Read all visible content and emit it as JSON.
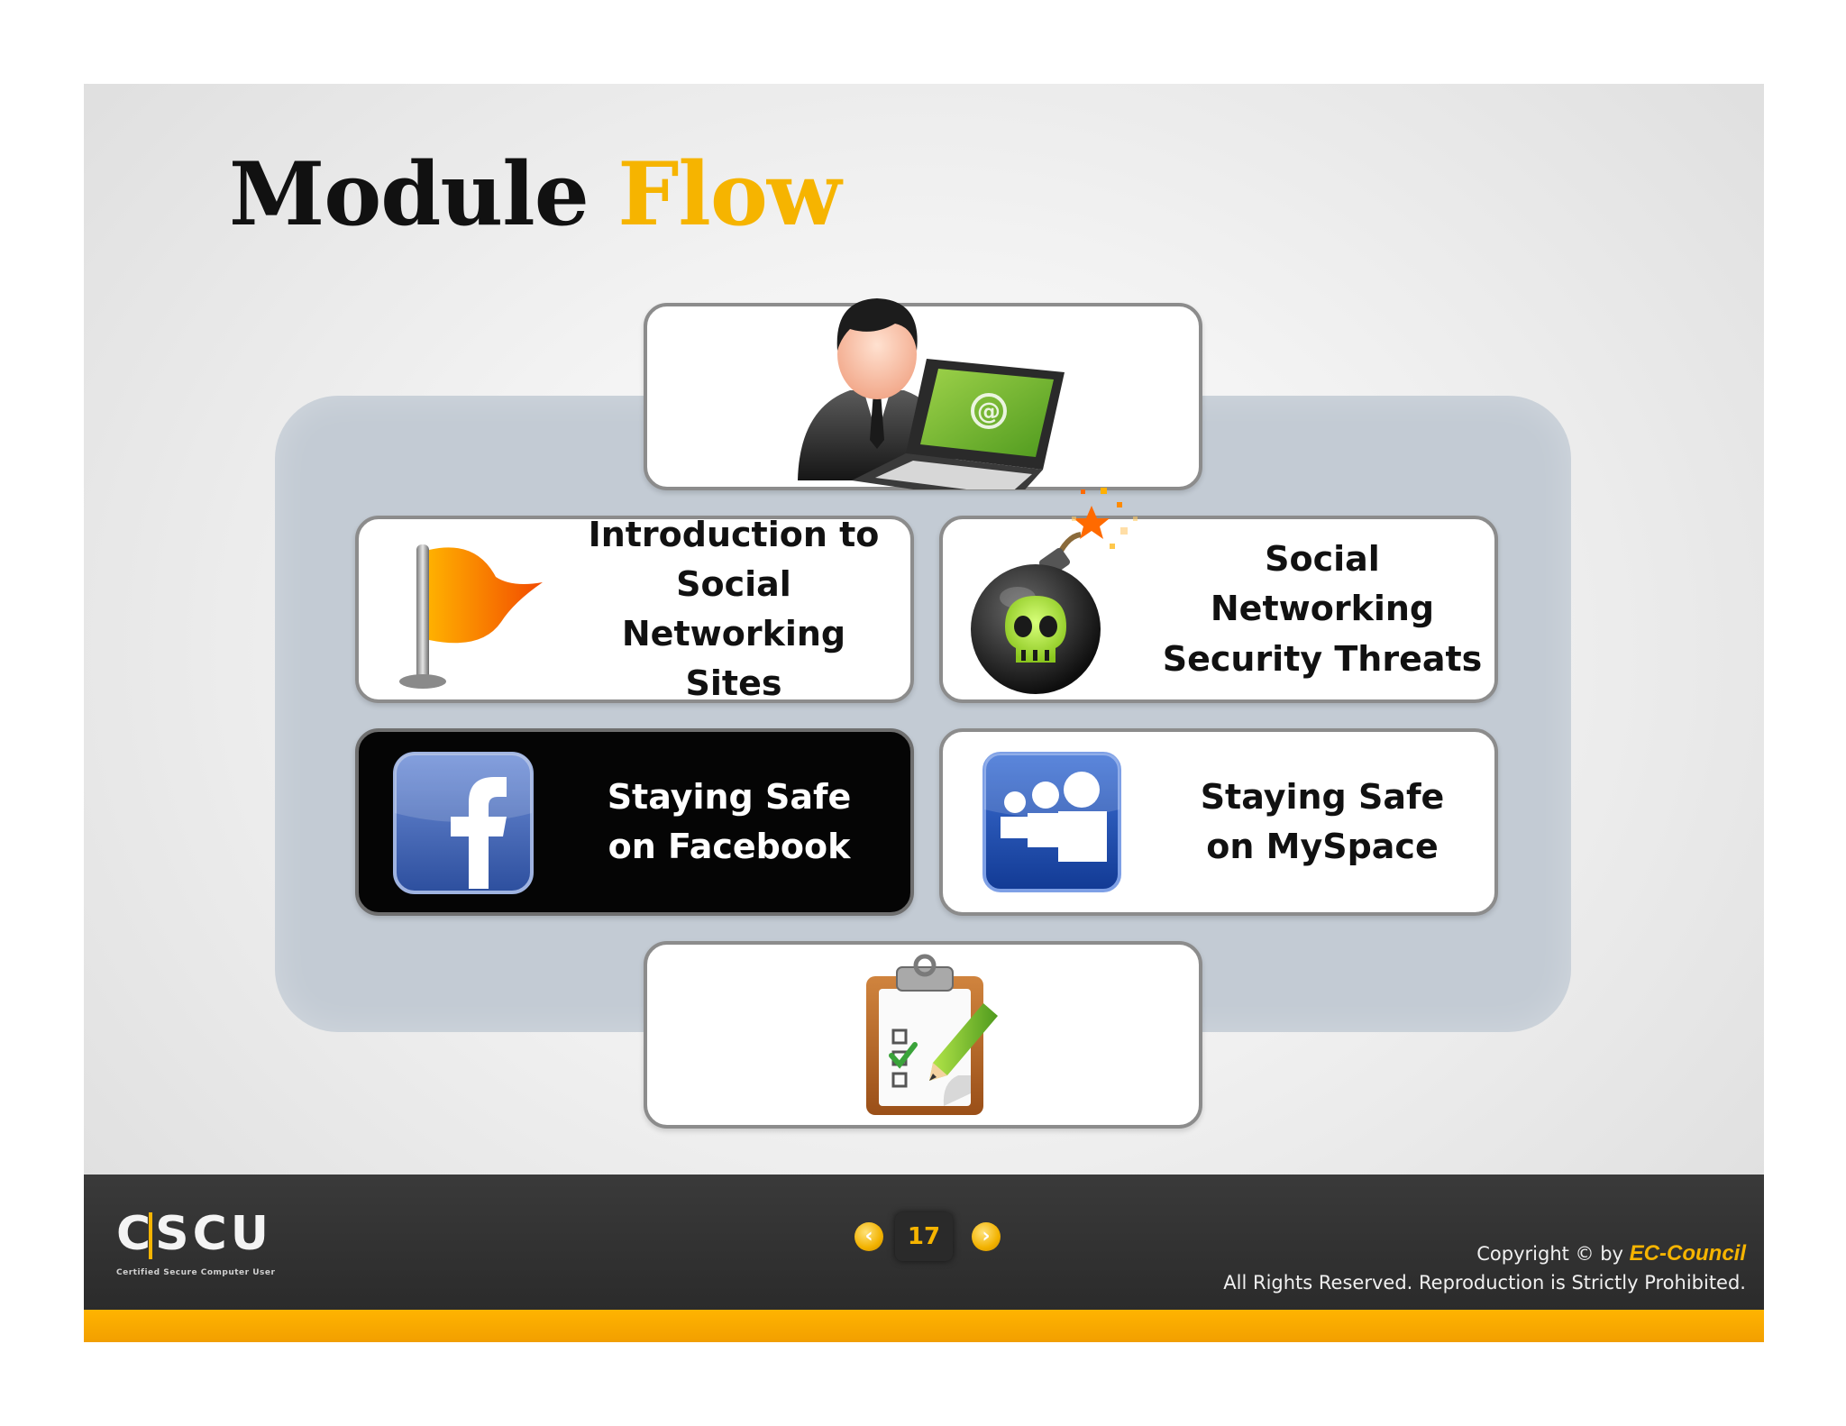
{
  "slide": {
    "title_part1": "Module",
    "title_part2": "Flow",
    "accent_color": "#f6b400"
  },
  "modules": [
    {
      "label": "Introduction to\nSocial Networking\nSites",
      "icon": "flag-icon",
      "active": false
    },
    {
      "label": "Social Networking\nSecurity Threats",
      "icon": "bomb-skull-icon",
      "active": false
    },
    {
      "label": "Staying Safe\non Facebook",
      "icon": "facebook-icon",
      "active": true
    },
    {
      "label": "Staying Safe\non MySpace",
      "icon": "myspace-icon",
      "active": false
    }
  ],
  "top_card": {
    "icon": "user-laptop-icon"
  },
  "bottom_card": {
    "icon": "clipboard-checklist-icon"
  },
  "footer": {
    "logo_text": "CSCU",
    "logo_subtitle": "Certified  Secure  Computer  User",
    "page_number": "17",
    "prev_icon": "chevron-left-icon",
    "next_icon": "chevron-right-icon",
    "copyright_prefix": "Copyright © by",
    "copyright_brand": "EC-Council",
    "rights_text": "All Rights Reserved. Reproduction is Strictly Prohibited."
  }
}
